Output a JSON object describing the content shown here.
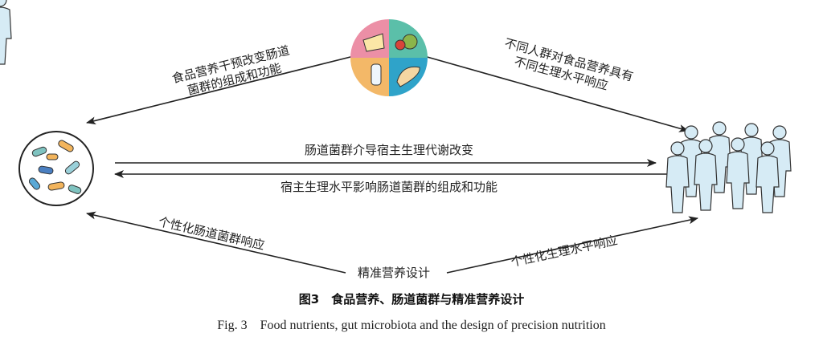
{
  "labels": {
    "food_to_microbiota": [
      "食品营养干预改变肠道",
      "菌群的组成和功能"
    ],
    "population_response": [
      "不同人群对食品营养具有",
      "不同生理水平响应"
    ],
    "microbiota_to_host": "肠道菌群介导宿主生理代谢改变",
    "host_to_microbiota": "宿主生理水平影响肠道菌群的组成和功能",
    "personal_microbiota_response": "个性化肠道菌群响应",
    "precision_nutrition": "精准营养设计",
    "personal_physiological_response": "个性化生理水平响应"
  },
  "caption": {
    "zh": "图3　食品营养、肠道菌群与精准营养设计",
    "en": "Fig. 3    Food nutrients, gut microbiota and the design of precision nutrition"
  },
  "icons": [
    "food-plate-icon",
    "gut-bacteria-icon",
    "people-group-icon"
  ],
  "colors": {
    "quadrant_pink": "#ec8fa6",
    "quadrant_teal": "#5bbfa9",
    "quadrant_orange": "#f3b868",
    "quadrant_blue": "#2fa3c9",
    "people": "#d6ebf5"
  }
}
